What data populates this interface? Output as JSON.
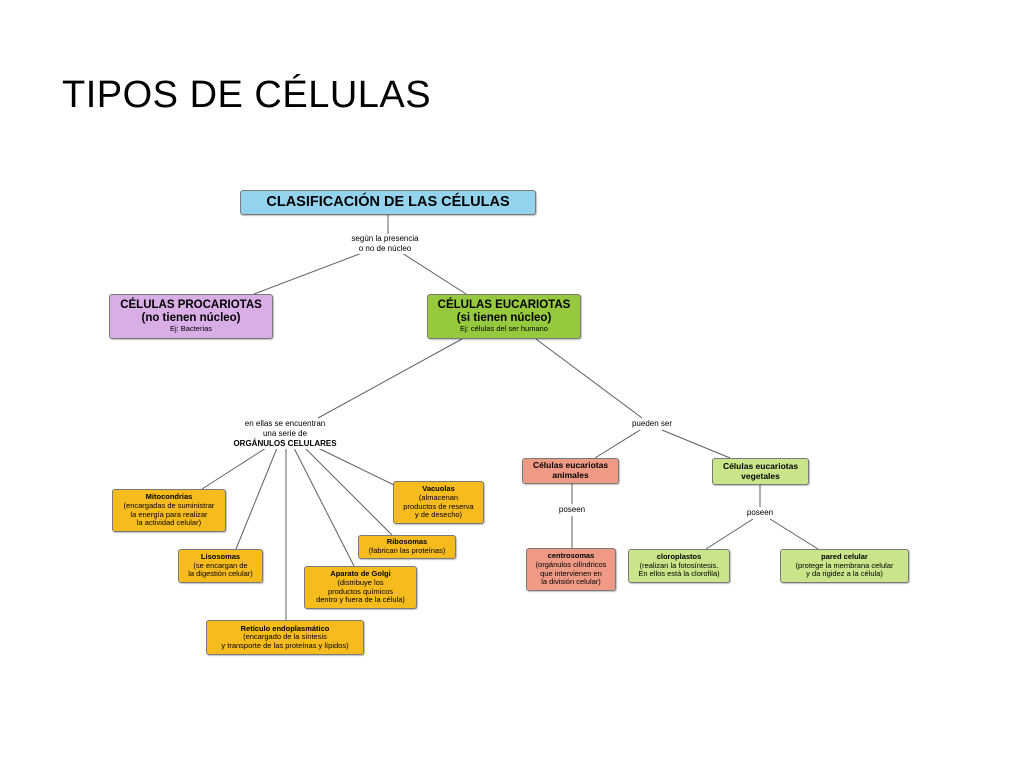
{
  "slide": {
    "title": "TIPOS DE CÉLULAS"
  },
  "colors": {
    "root": "#93d3ee",
    "prokaryote": "#d9aee6",
    "eukaryote": "#96c93d",
    "organelle": "#f6bc1d",
    "animal": "#ef9a85",
    "plant": "#c9e58a"
  },
  "map": {
    "root": "CLASIFICACIÓN DE LAS CÉLULAS",
    "link_root": [
      "según la presencia",
      "o no de núcleo"
    ],
    "prokaryote": {
      "title1": "CÉLULAS PROCARIOTAS",
      "title2": "(no tienen núcleo)",
      "example": "Ej: Bacterias"
    },
    "eukaryote": {
      "title1": "CÉLULAS EUCARIOTAS",
      "title2": "(si tienen núcleo)",
      "example": "Ej: células del ser humano"
    },
    "link_organelles": [
      "en ellas se encuentran",
      "una serie de",
      "ORGÁNULOS CELULARES"
    ],
    "link_types": "pueden ser",
    "mitochondria": {
      "title": "Mitocondrias",
      "lines": [
        "(encargadas de suministrar",
        "la energía para realizar",
        "la actividad celular)"
      ]
    },
    "lysosomes": {
      "title": "Lisosomas",
      "lines": [
        "(se encargan de",
        "la digestión celular)"
      ]
    },
    "er": {
      "title": "Retículo endoplasmático",
      "lines": [
        "(encargado de la síntesis",
        "y transporte de las proteínas y lípidos)"
      ]
    },
    "golgi": {
      "title": "Aparato de Golgi",
      "lines": [
        "(distribuye los",
        "productos químicos",
        "dentro y fuera de la célula)"
      ]
    },
    "ribosomes": {
      "title": "Ribosomas",
      "lines": [
        "(fabrican las proteínas)"
      ]
    },
    "vacuoles": {
      "title": "Vacuolas",
      "lines": [
        "(almacenan",
        "productos de reserva",
        "y  de desecho)"
      ]
    },
    "animal": {
      "title1": "Células eucariotas",
      "title2": "animales"
    },
    "plant": {
      "title1": "Células eucariotas",
      "title2": "vegetales"
    },
    "link_animal": "poseen",
    "link_plant": "poseen",
    "centrosomes": {
      "title": "centrosomas",
      "lines": [
        "(orgánulos cilíndricos",
        "que intervienen en",
        "la división celular)"
      ]
    },
    "chloroplasts": {
      "title": "cloroplastos",
      "lines": [
        "(realizan la fotosíntesis.",
        "En ellos está la clorofila)"
      ]
    },
    "cellwall": {
      "title": "pared celular",
      "lines": [
        "(protege la membrana celular",
        "y da rigidez a la célula)"
      ]
    }
  }
}
